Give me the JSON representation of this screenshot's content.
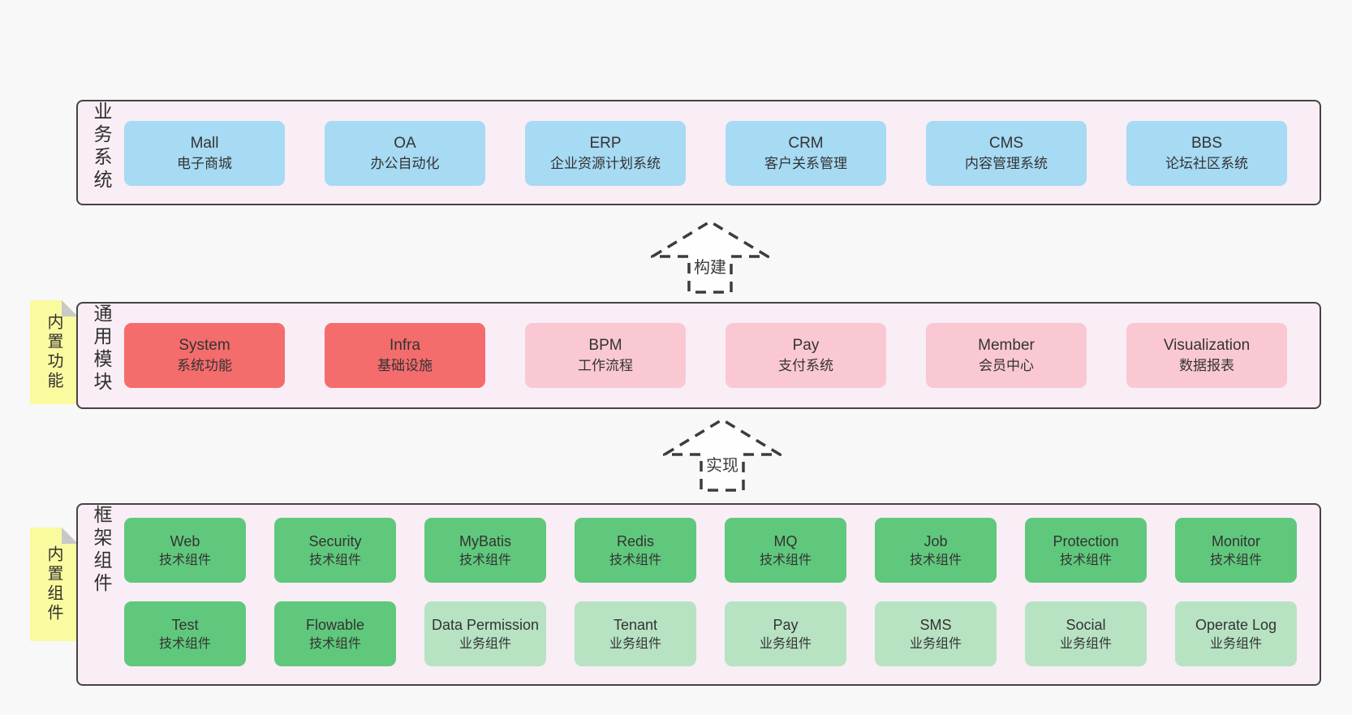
{
  "colors": {
    "page_bg": "#f8f8f8",
    "panel_bg": "#f9edf6",
    "panel_border": "#444444",
    "blue": "#a7daf3",
    "red": "#f56c6c",
    "pink": "#fac8d3",
    "green": "#60c87c",
    "light_green": "#b7e3c3",
    "tab_yellow": "#fafa9e",
    "fold_gray": "#c8c8c8",
    "arrow_stroke": "#3c3c3c",
    "text": "#333333"
  },
  "arrows": {
    "build": "构建",
    "implement": "实现"
  },
  "sections": {
    "business": {
      "side_label": "业务系统",
      "boxes": [
        {
          "name": "Mall",
          "desc": "电子商城",
          "variant": "blue"
        },
        {
          "name": "OA",
          "desc": "办公自动化",
          "variant": "blue"
        },
        {
          "name": "ERP",
          "desc": "企业资源计划系统",
          "variant": "blue"
        },
        {
          "name": "CRM",
          "desc": "客户关系管理",
          "variant": "blue"
        },
        {
          "name": "CMS",
          "desc": "内容管理系统",
          "variant": "blue"
        },
        {
          "name": "BBS",
          "desc": "论坛社区系统",
          "variant": "blue"
        }
      ]
    },
    "modules": {
      "tab": "内置功能",
      "side_label": "通用模块",
      "boxes": [
        {
          "name": "System",
          "desc": "系统功能",
          "variant": "red"
        },
        {
          "name": "Infra",
          "desc": "基础设施",
          "variant": "red"
        },
        {
          "name": "BPM",
          "desc": "工作流程",
          "variant": "pink"
        },
        {
          "name": "Pay",
          "desc": "支付系统",
          "variant": "pink"
        },
        {
          "name": "Member",
          "desc": "会员中心",
          "variant": "pink"
        },
        {
          "name": "Visualization",
          "desc": "数据报表",
          "variant": "pink"
        }
      ]
    },
    "components": {
      "tab": "内置组件",
      "side_label": "框架组件",
      "row1": [
        {
          "name": "Web",
          "desc": "技术组件",
          "variant": "green"
        },
        {
          "name": "Security",
          "desc": "技术组件",
          "variant": "green"
        },
        {
          "name": "MyBatis",
          "desc": "技术组件",
          "variant": "green"
        },
        {
          "name": "Redis",
          "desc": "技术组件",
          "variant": "green"
        },
        {
          "name": "MQ",
          "desc": "技术组件",
          "variant": "green"
        },
        {
          "name": "Job",
          "desc": "技术组件",
          "variant": "green"
        },
        {
          "name": "Protection",
          "desc": "技术组件",
          "variant": "green"
        },
        {
          "name": "Monitor",
          "desc": "技术组件",
          "variant": "green"
        }
      ],
      "row2": [
        {
          "name": "Test",
          "desc": "技术组件",
          "variant": "green"
        },
        {
          "name": "Flowable",
          "desc": "技术组件",
          "variant": "green"
        },
        {
          "name": "Data Permission",
          "desc": "业务组件",
          "variant": "lightgreen"
        },
        {
          "name": "Tenant",
          "desc": "业务组件",
          "variant": "lightgreen"
        },
        {
          "name": "Pay",
          "desc": "业务组件",
          "variant": "lightgreen"
        },
        {
          "name": "SMS",
          "desc": "业务组件",
          "variant": "lightgreen"
        },
        {
          "name": "Social",
          "desc": "业务组件",
          "variant": "lightgreen"
        },
        {
          "name": "Operate Log",
          "desc": "业务组件",
          "variant": "lightgreen"
        }
      ]
    }
  }
}
